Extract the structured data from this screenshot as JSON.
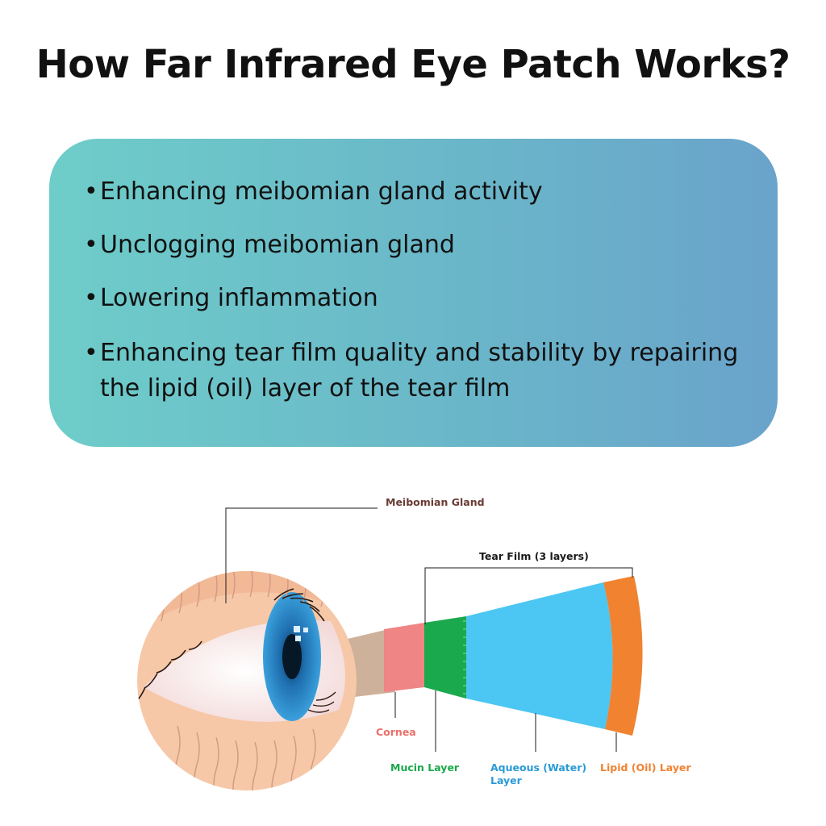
{
  "title": "How Far Infrared Eye Patch Works?",
  "bullets": [
    "Enhancing meibomian gland activity",
    "Unclogging meibomian gland",
    "Lowering inflammation",
    "Enhancing tear film quality and stability by repairing the lipid (oil) layer of the tear film"
  ],
  "diagram": {
    "labels": {
      "meibomian_gland": "Meibomian Gland",
      "tear_film": "Tear Film (3 layers)",
      "cornea": "Cornea",
      "mucin": "Mucin Layer",
      "aqueous_line1": "Aqueous (Water)",
      "aqueous_line2": "Layer",
      "lipid": "Lipid (Oil) Layer"
    },
    "colors": {
      "cornea": "#ef8584",
      "mucin": "#1aa94c",
      "aqueous": "#4cc6f2",
      "lipid": "#f08230",
      "iris": "#2e8fce",
      "skin": "#f6c8a8",
      "meibomian_label": "#6a3b34",
      "cornea_label": "#e8706a",
      "mucin_label": "#1aa94c",
      "aqueous_label": "#2a9ad6",
      "lipid_label": "#f08230"
    }
  }
}
